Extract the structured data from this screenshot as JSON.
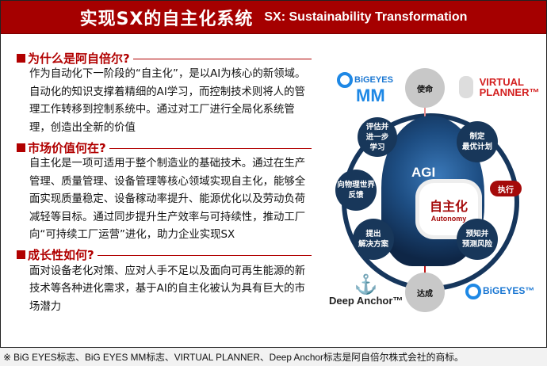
{
  "header": {
    "title_cn": "实现SX的自主化系统",
    "title_en": "SX: Sustainability Transformation"
  },
  "sections": [
    {
      "title": "为什么是阿自倍尔?",
      "body": "作为自动化下一阶段的“自主化”，是以AI为核心的新领域。自动化的知识支撑着精细的AI学习，而控制技术则将人的管理工作转移到控制系统中。通过对工厂进行全局化系统管理，创造出全新的价值"
    },
    {
      "title": "市场价值何在?",
      "body": "自主化是一项可适用于整个制造业的基础技术。通过在生产管理、质量管理、设备管理等核心领域实现自主化，能够全面实现质量稳定、设备稼动率提升、能源优化以及劳动负荷减轻等目标。通过同步提升生产效率与可持续性，推动工厂向“可持续工厂运营”进化，助力企业实现SX"
    },
    {
      "title": "成长性如何?",
      "body": "面对设备老化对策、应对人手不足以及面向可再生能源的新技术等各种进化需求，基于AI的自主化被认为具有巨大的市场潜力"
    }
  ],
  "diagram": {
    "top": "使命",
    "bottom": "达成",
    "cycle_nodes": [
      "制定\n最优计划",
      "预知并\n预测风险",
      "提出\n解决方案",
      "向物理世界\n反馈",
      "评估并\n进一步\n学习"
    ],
    "execute": "执行",
    "center_label": "AGI",
    "core_cn": "自主化",
    "core_en": "Autonomy",
    "logos": {
      "bigeyes_mm_top": "BiGEYES",
      "bigeyes_mm_bottom": "MM",
      "virtual_planner_1": "VIRTUAL",
      "virtual_planner_2": "PLANNER™",
      "deep_anchor": "Deep Anchor™",
      "bigeyes": "BiGEYES™"
    }
  },
  "colors": {
    "brand_red": "#a50000",
    "navy": "#18375a"
  },
  "footer": "※ BiG EYES标志、BiG EYES MM标志、VIRTUAL PLANNER、Deep Anchor标志是阿自倍尔株式会社的商标。"
}
